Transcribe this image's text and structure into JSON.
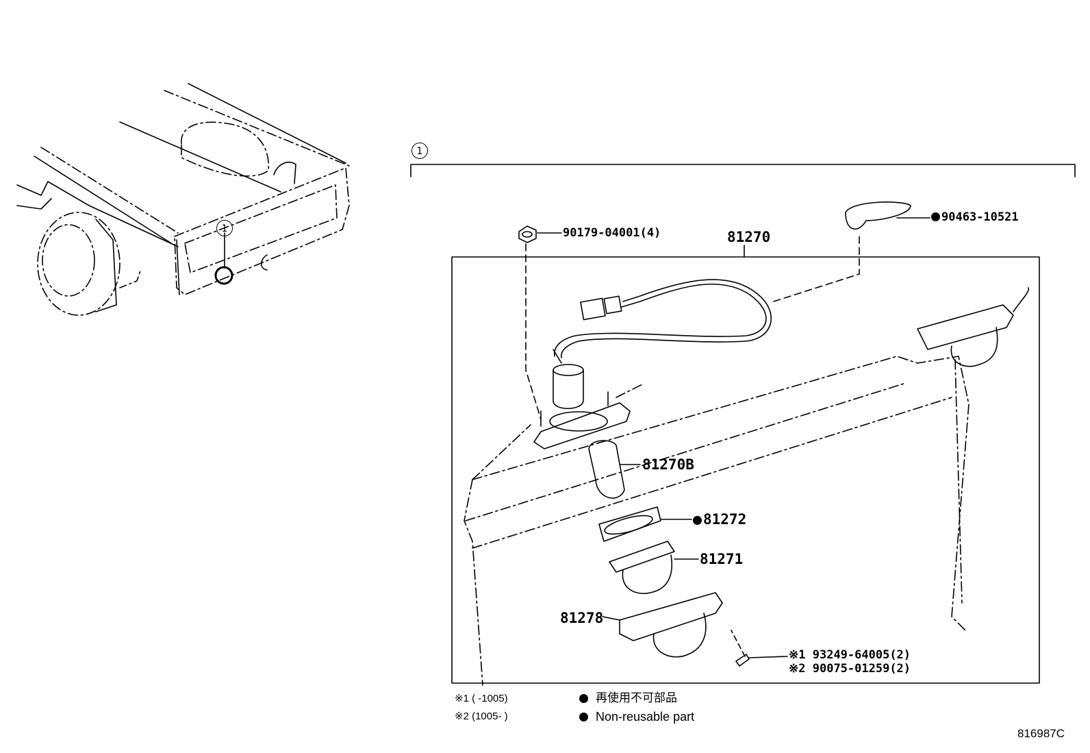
{
  "callouts": {
    "assembly_marker": "1",
    "vehicle_marker": "1"
  },
  "parts": {
    "assembly": "81270",
    "nut": "90179-04001(4)",
    "clip": "90463-10521",
    "bulb": "81270B",
    "gasket": "81272",
    "lens": "81271",
    "cover": "81278",
    "screw_1": "93249-64005(2)",
    "screw_2": "90075-01259(2)",
    "screw_1_prefix": "※1",
    "screw_2_prefix": "※2"
  },
  "footnotes": {
    "note_1": "※1 (      -1005)",
    "note_2": "※2 (1005-      )"
  },
  "legend": {
    "jp": "再使用不可部品",
    "en": "Non-reusable part"
  },
  "diagram_id": "816987C",
  "colors": {
    "line": "#000000",
    "background": "#ffffff"
  }
}
